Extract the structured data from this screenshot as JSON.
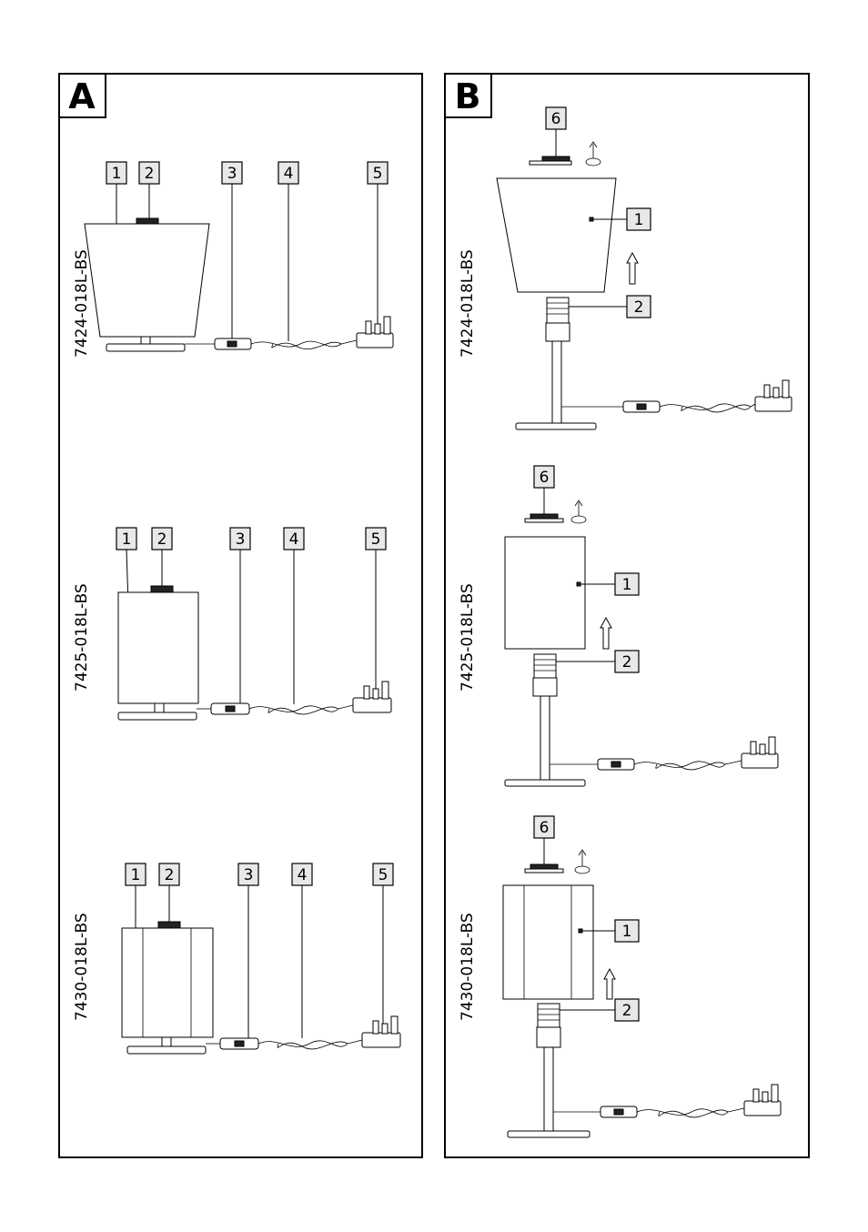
{
  "panels": [
    {
      "id": "A",
      "letter": "A",
      "models": [
        "7424-018L-BS",
        "7425-018L-BS",
        "7430-018L-BS"
      ],
      "callouts": [
        "1",
        "2",
        "3",
        "4",
        "5"
      ]
    },
    {
      "id": "B",
      "letter": "B",
      "models": [
        "7424-018L-BS",
        "7425-018L-BS",
        "7430-018L-BS"
      ],
      "callouts": [
        "6",
        "1",
        "2"
      ]
    }
  ],
  "colors": {
    "line": "#000000",
    "label_box": "#e8e8e8",
    "background": "#ffffff"
  }
}
